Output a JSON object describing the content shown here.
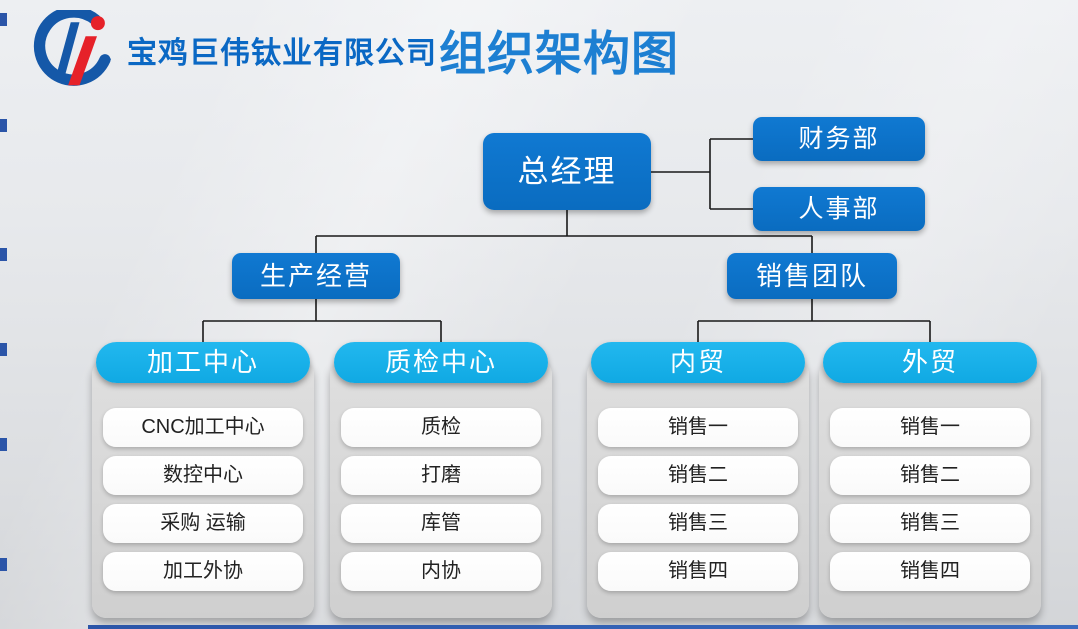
{
  "header": {
    "logo_icon": "titanium-ti-logo",
    "company_name": "宝鸡巨伟钛业有限公司",
    "title": "组织架构图"
  },
  "org": {
    "root": {
      "label": "总经理"
    },
    "staff": [
      {
        "label": "财务部"
      },
      {
        "label": "人事部"
      }
    ],
    "branches": [
      {
        "label": "生产经营"
      },
      {
        "label": "销售团队"
      }
    ],
    "columns": [
      {
        "header": "加工中心",
        "items": [
          "CNC加工中心",
          "数控中心",
          "采购 运输",
          "加工外协"
        ]
      },
      {
        "header": "质检中心",
        "items": [
          "质检",
          "打磨",
          "库管",
          "内协"
        ]
      },
      {
        "header": "内贸",
        "items": [
          "销售一",
          "销售二",
          "销售三",
          "销售四"
        ]
      },
      {
        "header": "外贸",
        "items": [
          "销售一",
          "销售二",
          "销售三",
          "销售四"
        ]
      }
    ]
  },
  "colors": {
    "node_blue": "#0b70c8",
    "pill_cyan": "#18b1e9",
    "company_text_blue": "#0a68c4",
    "title_text_blue": "#1d7fd2",
    "logo_blue": "#1558a8",
    "logo_red": "#e62129",
    "card_gray": "#d9d9d9",
    "connector_black": "#191919",
    "decor_navy": "#2b55a8"
  }
}
